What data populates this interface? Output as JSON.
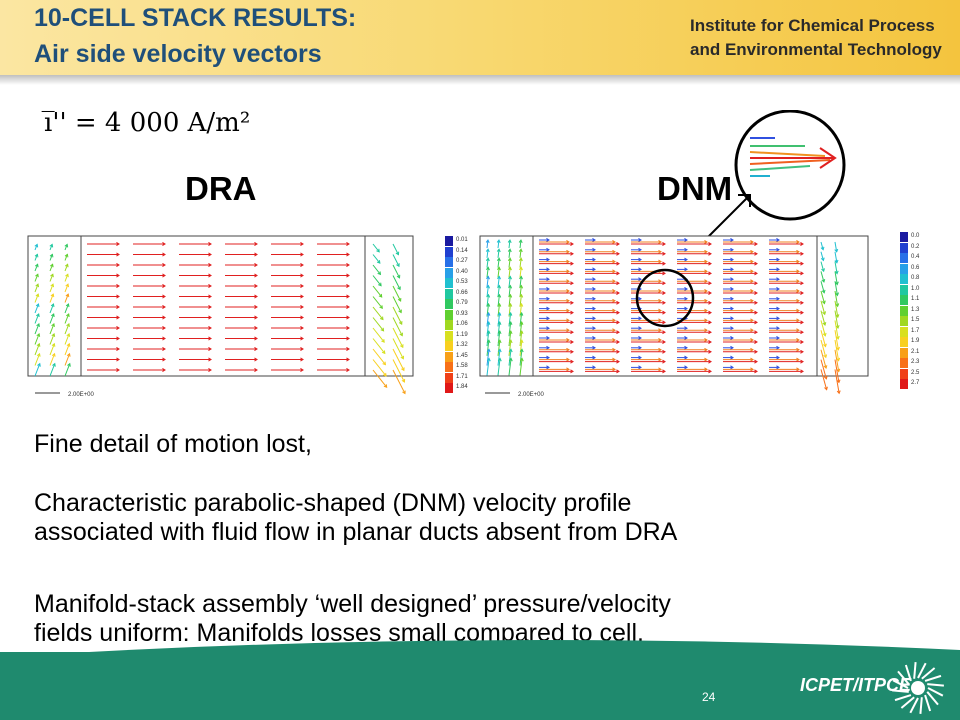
{
  "header": {
    "title_line1": "10-CELL STACK RESULTS:",
    "title_line2": "Air side velocity vectors",
    "institute_line1": "Institute for Chemical Process",
    "institute_line2": "and Environmental Technology"
  },
  "formula": "i̅'' = 4 000 A/m²",
  "panels": {
    "left_label": "DRA",
    "right_label": "DNM",
    "left_scale_label": "2.00E+00",
    "right_scale_label": "2.00E+00",
    "left_legend": [
      "0.01",
      "0.14",
      "0.27",
      "0.40",
      "0.53",
      "0.66",
      "0.79",
      "0.93",
      "1.06",
      "1.19",
      "1.32",
      "1.45",
      "1.58",
      "1.71",
      "1.84"
    ],
    "right_legend": [
      "0.0",
      "0.2",
      "0.4",
      "0.6",
      "0.8",
      "1.0",
      "1.1",
      "1.3",
      "1.5",
      "1.7",
      "1.9",
      "2.1",
      "2.3",
      "2.5",
      "2.7"
    ],
    "legend_colors": [
      "#1a1aa0",
      "#2040d0",
      "#2870e8",
      "#28a0e8",
      "#20c0d0",
      "#20c8a0",
      "#30c860",
      "#60d030",
      "#a0d820",
      "#d8e020",
      "#f8d020",
      "#f8a018",
      "#f87018",
      "#f04018",
      "#e01818"
    ]
  },
  "body": {
    "line1": "Fine detail of motion lost,",
    "line2": "Characteristic parabolic-shaped (DNM) velocity profile",
    "line3": "associated with fluid flow in planar ducts absent from DRA",
    "line4": "Manifold-stack assembly ‘well designed’  pressure/velocity",
    "line5": "fields uniform: Manifolds losses small compared to cell."
  },
  "footer": {
    "page_number": "24",
    "logo_text": "ICPET/ITPCE"
  }
}
